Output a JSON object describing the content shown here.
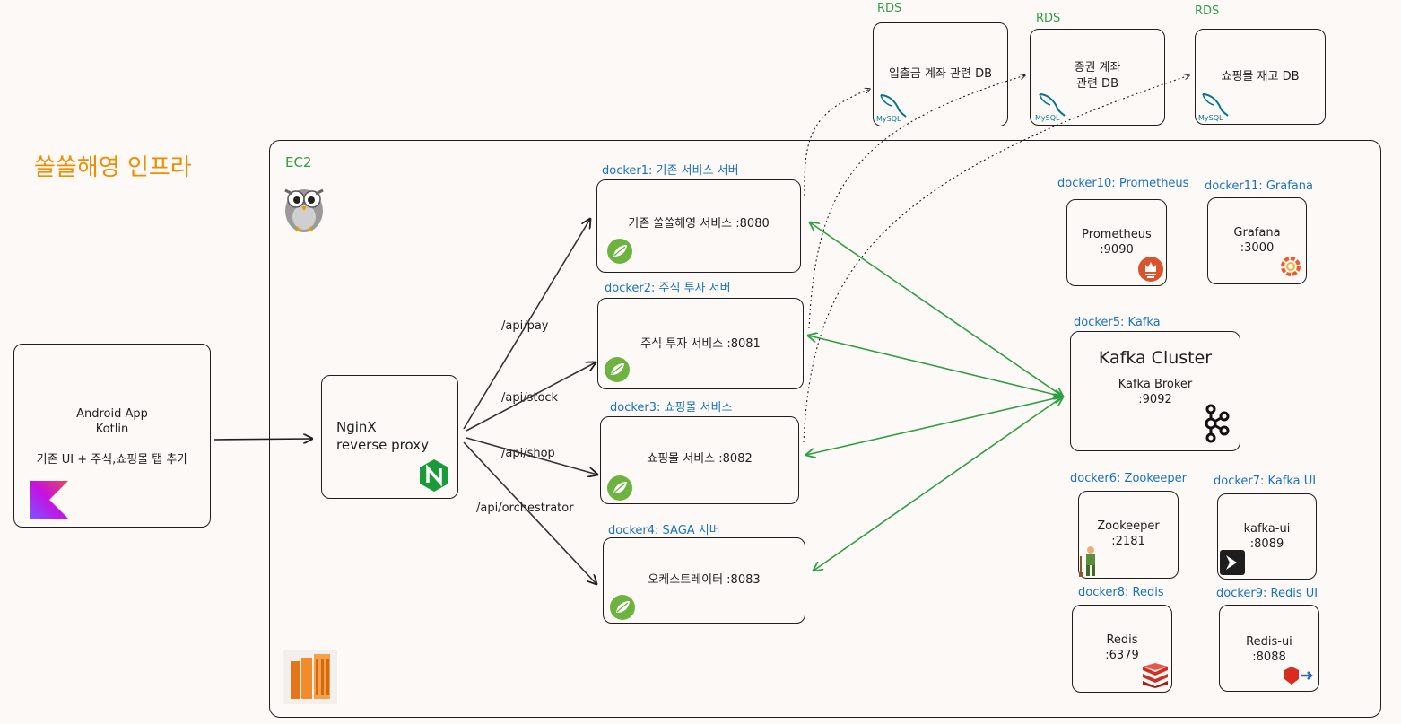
{
  "title": "쏠쏠해영 인프라",
  "ec2": {
    "label": "EC2"
  },
  "android": {
    "line1": "Android App",
    "line2": "Kotlin",
    "line3": "기존 UI + 주식,쇼핑몰 탭 추가"
  },
  "nginx": {
    "line1": "NginX",
    "line2": "reverse proxy"
  },
  "routes": [
    "/api/pay",
    "/api/stock",
    "/api/shop",
    "/api/orchestrator"
  ],
  "services": [
    {
      "caption": "docker1: 기존 서비스 서버",
      "text": "기존 쏠쏠해영 서비스 :8080"
    },
    {
      "caption": "docker2: 주식 투자 서버",
      "text": "주식 투자 서비스 :8081"
    },
    {
      "caption": "docker3: 쇼핑몰 서비스",
      "text": "쇼핑몰 서비스 :8082"
    },
    {
      "caption": "docker4: SAGA 서버",
      "text": "오케스트레이터 :8083"
    }
  ],
  "rds": [
    {
      "label": "RDS",
      "line1": "입출금 계좌 관련 DB",
      "line2": "",
      "logo": "MySQL"
    },
    {
      "label": "RDS",
      "line1": "증권 계좌",
      "line2": "관련 DB",
      "logo": "MySQL"
    },
    {
      "label": "RDS",
      "line1": "쇼핑몰 재고 DB",
      "line2": "",
      "logo": "MySQL"
    }
  ],
  "prometheus": {
    "caption": "docker10: Prometheus",
    "line1": "Prometheus",
    "line2": ":9090"
  },
  "grafana": {
    "caption": "docker11: Grafana",
    "line1": "Grafana",
    "line2": ":3000"
  },
  "kafka": {
    "caption": "docker5: Kafka",
    "title": "Kafka Cluster",
    "line1": "Kafka Broker",
    "line2": ":9092"
  },
  "zookeeper": {
    "caption": "docker6: Zookeeper",
    "line1": "Zookeeper",
    "line2": ":2181"
  },
  "kafkaui": {
    "caption": "docker7: Kafka UI",
    "line1": "kafka-ui",
    "line2": ":8089"
  },
  "redis": {
    "caption": "docker8: Redis",
    "line1": "Redis",
    "line2": ":6379"
  },
  "redisui": {
    "caption": "docker9: Redis UI",
    "line1": "Redis-ui",
    "line2": ":8088"
  },
  "colors": {
    "title": "#f08c00",
    "caption": "#1971c2",
    "ec2": "#2f9e44",
    "arrow_green": "#2f9e44"
  },
  "icons": [
    "owl-icon",
    "aws-ec2-icon",
    "kotlin-icon",
    "nginx-icon",
    "spring-icon",
    "mysql-icon",
    "prometheus-icon",
    "grafana-icon",
    "kafka-icon",
    "zookeeper-icon",
    "kafka-ui-icon",
    "redis-icon",
    "redis-ui-icon"
  ]
}
